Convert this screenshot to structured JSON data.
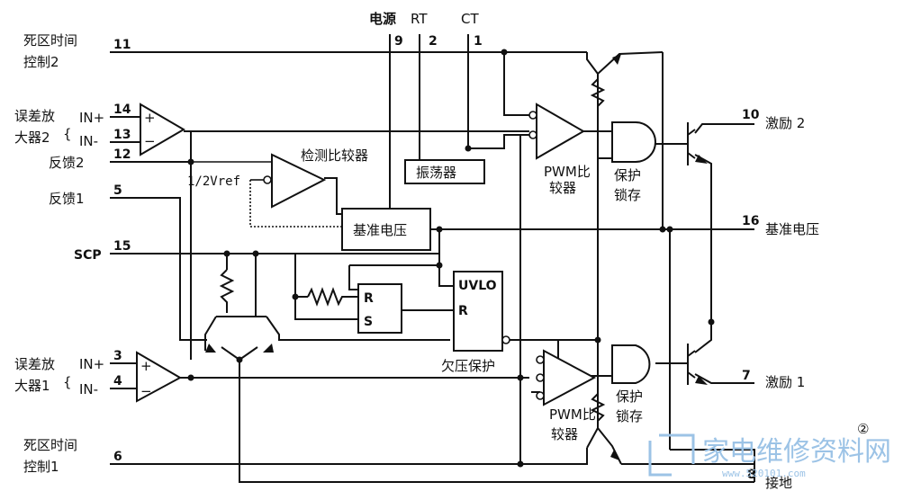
{
  "pins": {
    "p11": "11",
    "p14": "14",
    "p13": "13",
    "p12": "12",
    "p5": "5",
    "p15": "15",
    "p3": "3",
    "p4": "4",
    "p6": "6",
    "p9": "9",
    "p2": "2",
    "p1": "1",
    "p10": "10",
    "p16": "16",
    "p7": "7",
    "p8": "8"
  },
  "labels": {
    "dead_time_ctrl2_line1": "死区时间",
    "dead_time_ctrl2_line2": "控制2",
    "err_amp2_line1": "误差放",
    "err_amp2_line2": "大器2",
    "in_plus": "IN+",
    "in_minus": "IN-",
    "feedback2": "反馈2",
    "feedback1": "反馈1",
    "scp": "SCP",
    "err_amp1_line1": "误差放",
    "err_amp1_line2": "大器1",
    "dead_time_ctrl1_line1": "死区时间",
    "dead_time_ctrl1_line2": "控制1",
    "power": "电源",
    "rt": "RT",
    "ct": "CT",
    "drive2": "激励 2",
    "ref_voltage_out": "基准电压",
    "drive1": "激励 1",
    "ground": "接地",
    "detect_comparator": "检测比较器",
    "half_vref": "1/2Vref",
    "oscillator": "振荡器",
    "ref_voltage_block": "基准电压",
    "pwm_comp_line1": "PWM比",
    "pwm_comp_line2": "较器",
    "protect_latch_line1": "保护",
    "protect_latch_line2": "锁存",
    "uvlo": "UVLO",
    "uvlo_r": "R",
    "latch_r": "R",
    "latch_s": "S",
    "undervoltage_protect": "欠压保护",
    "figure_number": "②"
  },
  "watermark": {
    "text": "家电维修资料网",
    "url": "www.520101.com"
  }
}
